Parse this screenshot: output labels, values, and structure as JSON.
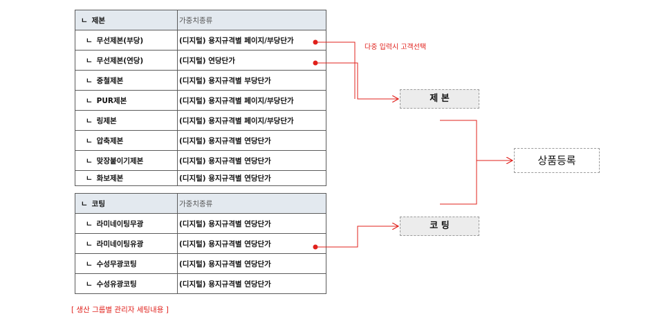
{
  "table_jebon": {
    "header": {
      "group": "제본",
      "col2": "가중치종류"
    },
    "rows": [
      {
        "name": "무선제본(부당)",
        "weight": "(디지털) 용지규격별 페이지/부당단가"
      },
      {
        "name": "무선제본(연당)",
        "weight": "(디지털) 연당단가"
      },
      {
        "name": "중철제본",
        "weight": "(디지털) 용지규격별 부당단가"
      },
      {
        "name": "PUR제본",
        "weight": "(디지털) 용지규격별 페이지/부당단가"
      },
      {
        "name": "링제본",
        "weight": "(디지털) 용지규격별 페이지/부당단가"
      },
      {
        "name": "압축제본",
        "weight": "(디지털) 용지규격별 연당단가"
      },
      {
        "name": "맞장붙이기제본",
        "weight": "(디지털) 용지규격별 연당단가"
      },
      {
        "name": "화보제본",
        "weight": "(디지털) 용지규격별 연당단가"
      }
    ]
  },
  "table_coating": {
    "header": {
      "group": "코팅",
      "col2": "가중치종류"
    },
    "rows": [
      {
        "name": "라미네이팅무광",
        "weight": "(디지털) 용지규격별 연당단가"
      },
      {
        "name": "라미네이팅유광",
        "weight": "(디지털) 용지규격별 연당단가"
      },
      {
        "name": "수성무광코팅",
        "weight": "(디지털) 용지규격별 연당단가"
      },
      {
        "name": "수성유광코팅",
        "weight": "(디지털) 용지규격별 연당단가"
      }
    ]
  },
  "tree_mark": "ㄴ",
  "multi_select_note": "다중 입력시 고객선택",
  "boxes": {
    "jebon": "제 본",
    "coating": "코 팅",
    "product_register": "상품등록"
  },
  "caption": "[ 생산 그룹별 관리자 세팅내용 ]",
  "colors": {
    "connector": "#e0201b",
    "header_bg": "#e3e9ef",
    "box_bg": "#ececec"
  }
}
